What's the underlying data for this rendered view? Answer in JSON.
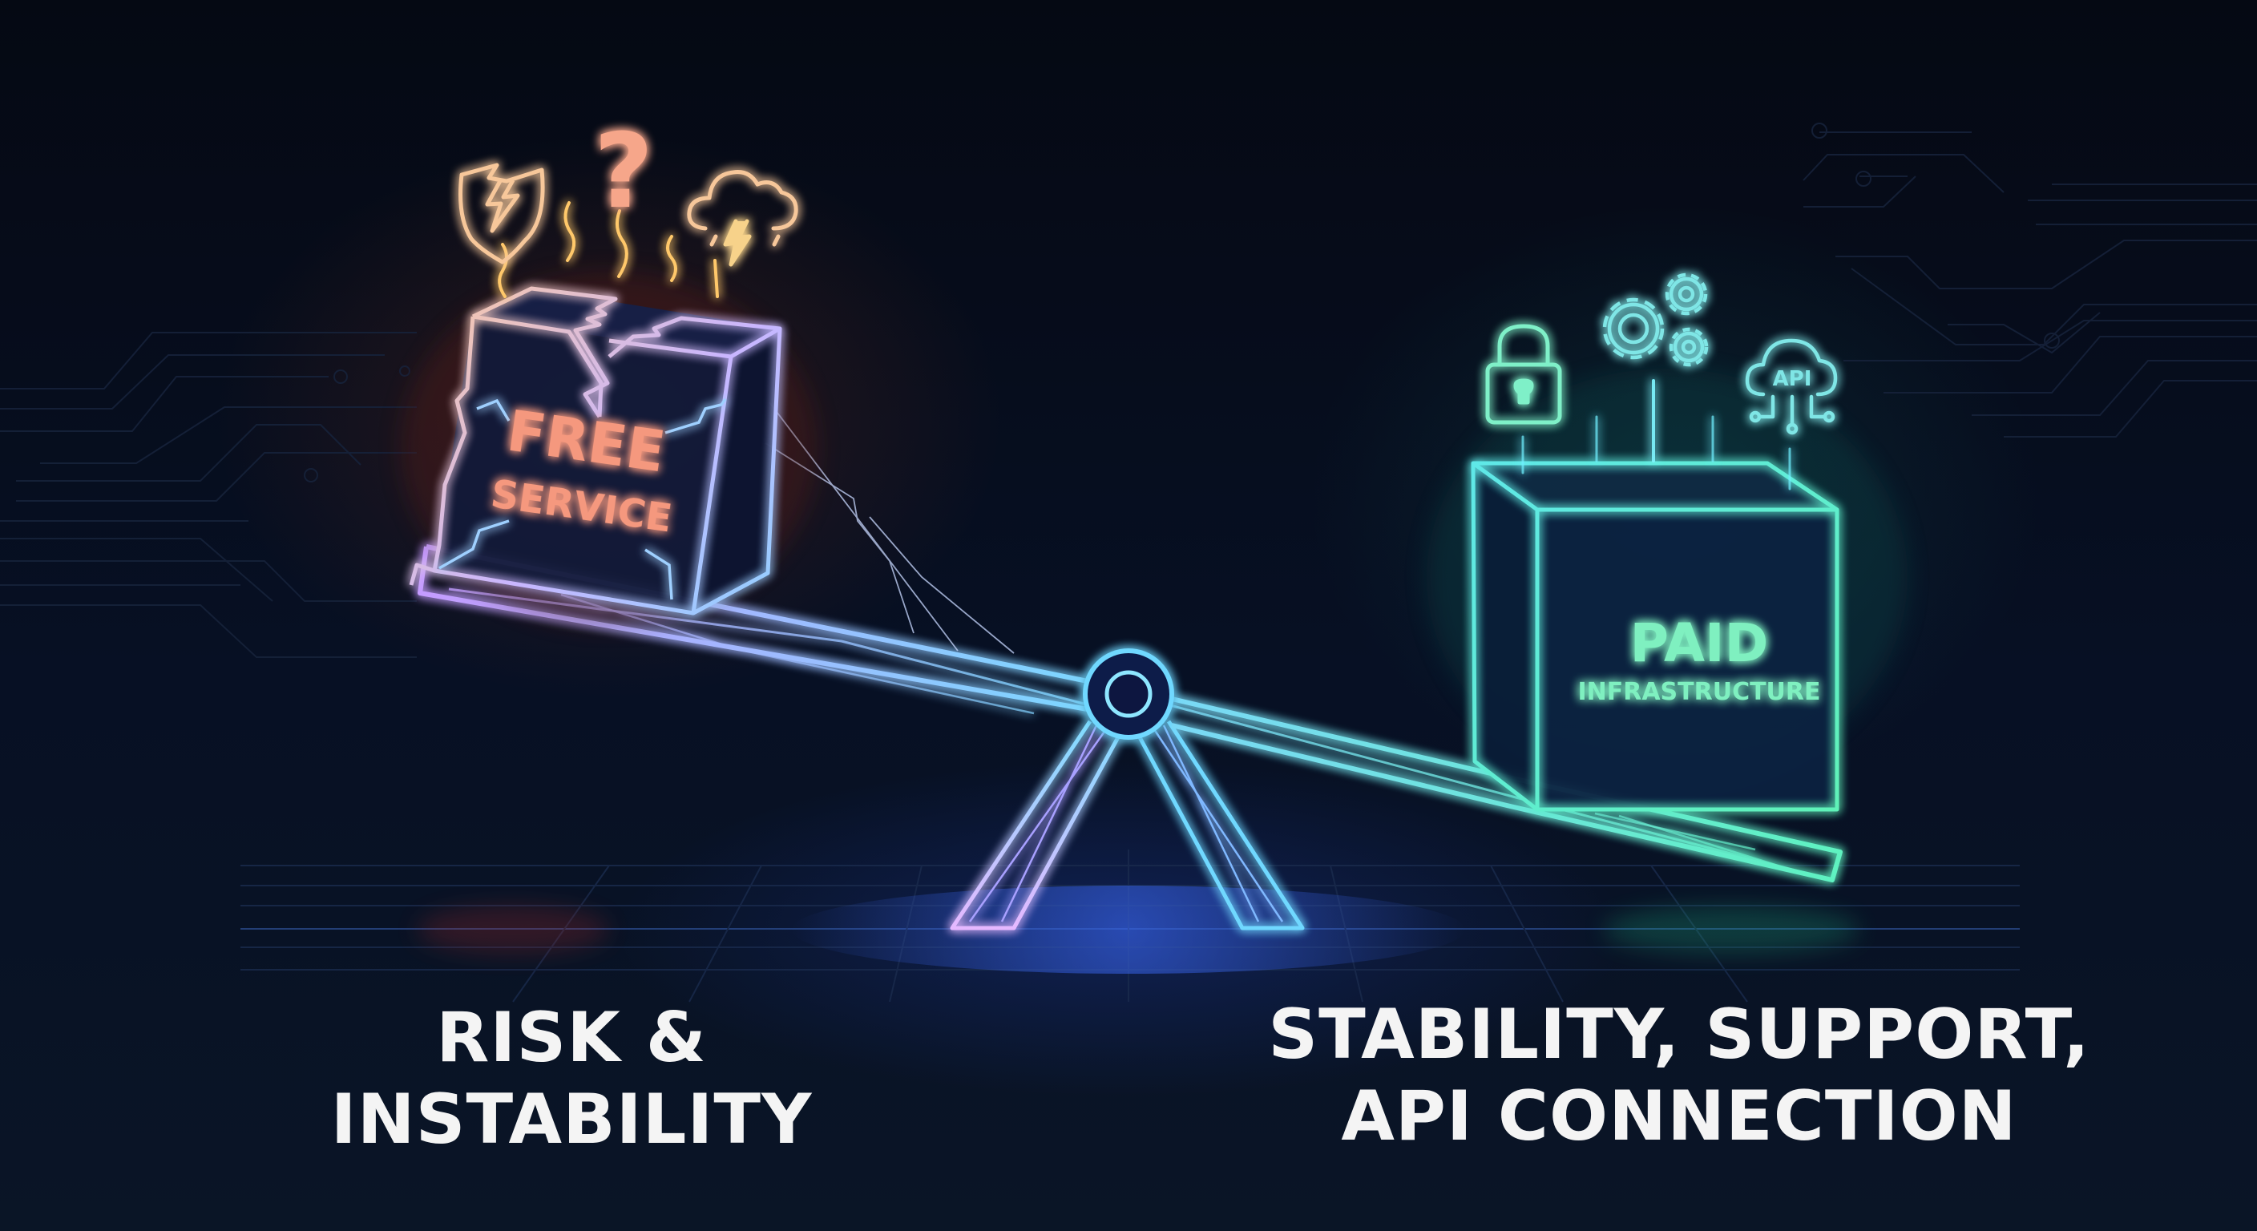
{
  "free_box": {
    "title": "FREE",
    "subtitle": "SERVICE",
    "icons": [
      "broken-shield-icon",
      "question-mark-icon",
      "storm-cloud-icon"
    ],
    "question_glyph": "?",
    "color": "#f5987e",
    "glow": "#ff5a2a"
  },
  "paid_box": {
    "title": "PAID",
    "subtitle": "INFRASTRUCTURE",
    "icons": [
      "padlock-icon",
      "gears-icon",
      "api-cloud-icon"
    ],
    "api_label": "API",
    "color": "#7ff0c0",
    "glow": "#2ee6c8"
  },
  "seesaw": {
    "beam_color_left": "#c59bff",
    "beam_color_mid": "#6fd6ff",
    "beam_color_right": "#5ef2c0",
    "fulcrum_color": "#6fd8ff"
  },
  "labels": {
    "left": {
      "line1": "RISK &",
      "line2": "INSTABILITY"
    },
    "right": {
      "line1": "STABILITY, SUPPORT,",
      "line2": "API CONNECTION"
    }
  }
}
